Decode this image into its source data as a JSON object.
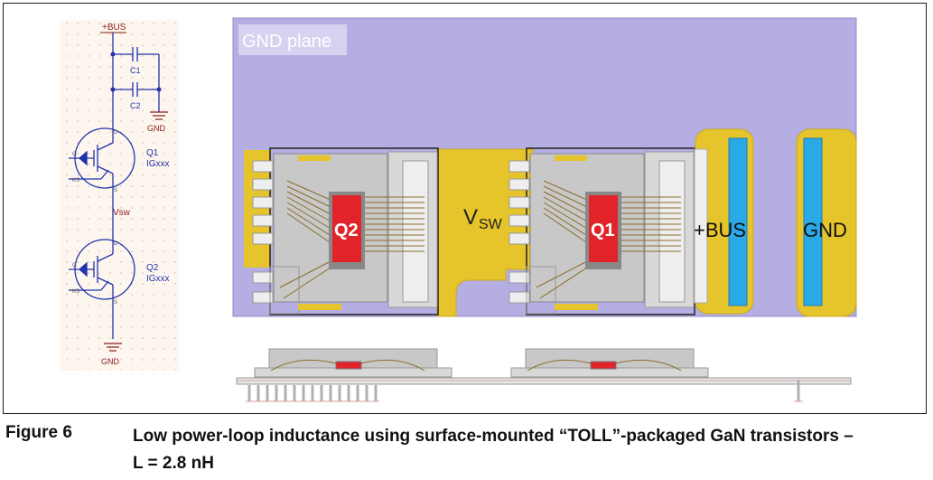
{
  "figure": {
    "label": "Figure 6",
    "caption_line1": "Low power-loop inductance using surface-mounted “TOLL”-packaged GaN transistors –",
    "caption_line2": "L = 2.8 nH"
  },
  "schematic": {
    "bus_label": "+BUS",
    "c1": "C1",
    "c2": "C2",
    "gnd_top": "GND",
    "q1_name": "Q1",
    "q1_part": "IGxxx",
    "vsw": "Vsw",
    "q2_name": "Q2",
    "q2_part": "IGxxx",
    "gnd_bottom": "GND",
    "pin_d": "D",
    "pin_g": "G",
    "pin_ks": "KS",
    "pin_s": "S"
  },
  "layout": {
    "gnd_plane": "GND plane",
    "q2": "Q2",
    "q1": "Q1",
    "vsw_main": "V",
    "vsw_sub": "SW",
    "bus": "+BUS",
    "gnd": "GND"
  },
  "colors": {
    "plane": "#b4aee3",
    "copper": "#e6c42c",
    "die": "#e2232a",
    "via": "#2ba8e6",
    "package": "#c8c8c8",
    "wire": "#8a6d2a",
    "schematic": "#2233aa",
    "schematic_text": "#8b1a1a"
  }
}
